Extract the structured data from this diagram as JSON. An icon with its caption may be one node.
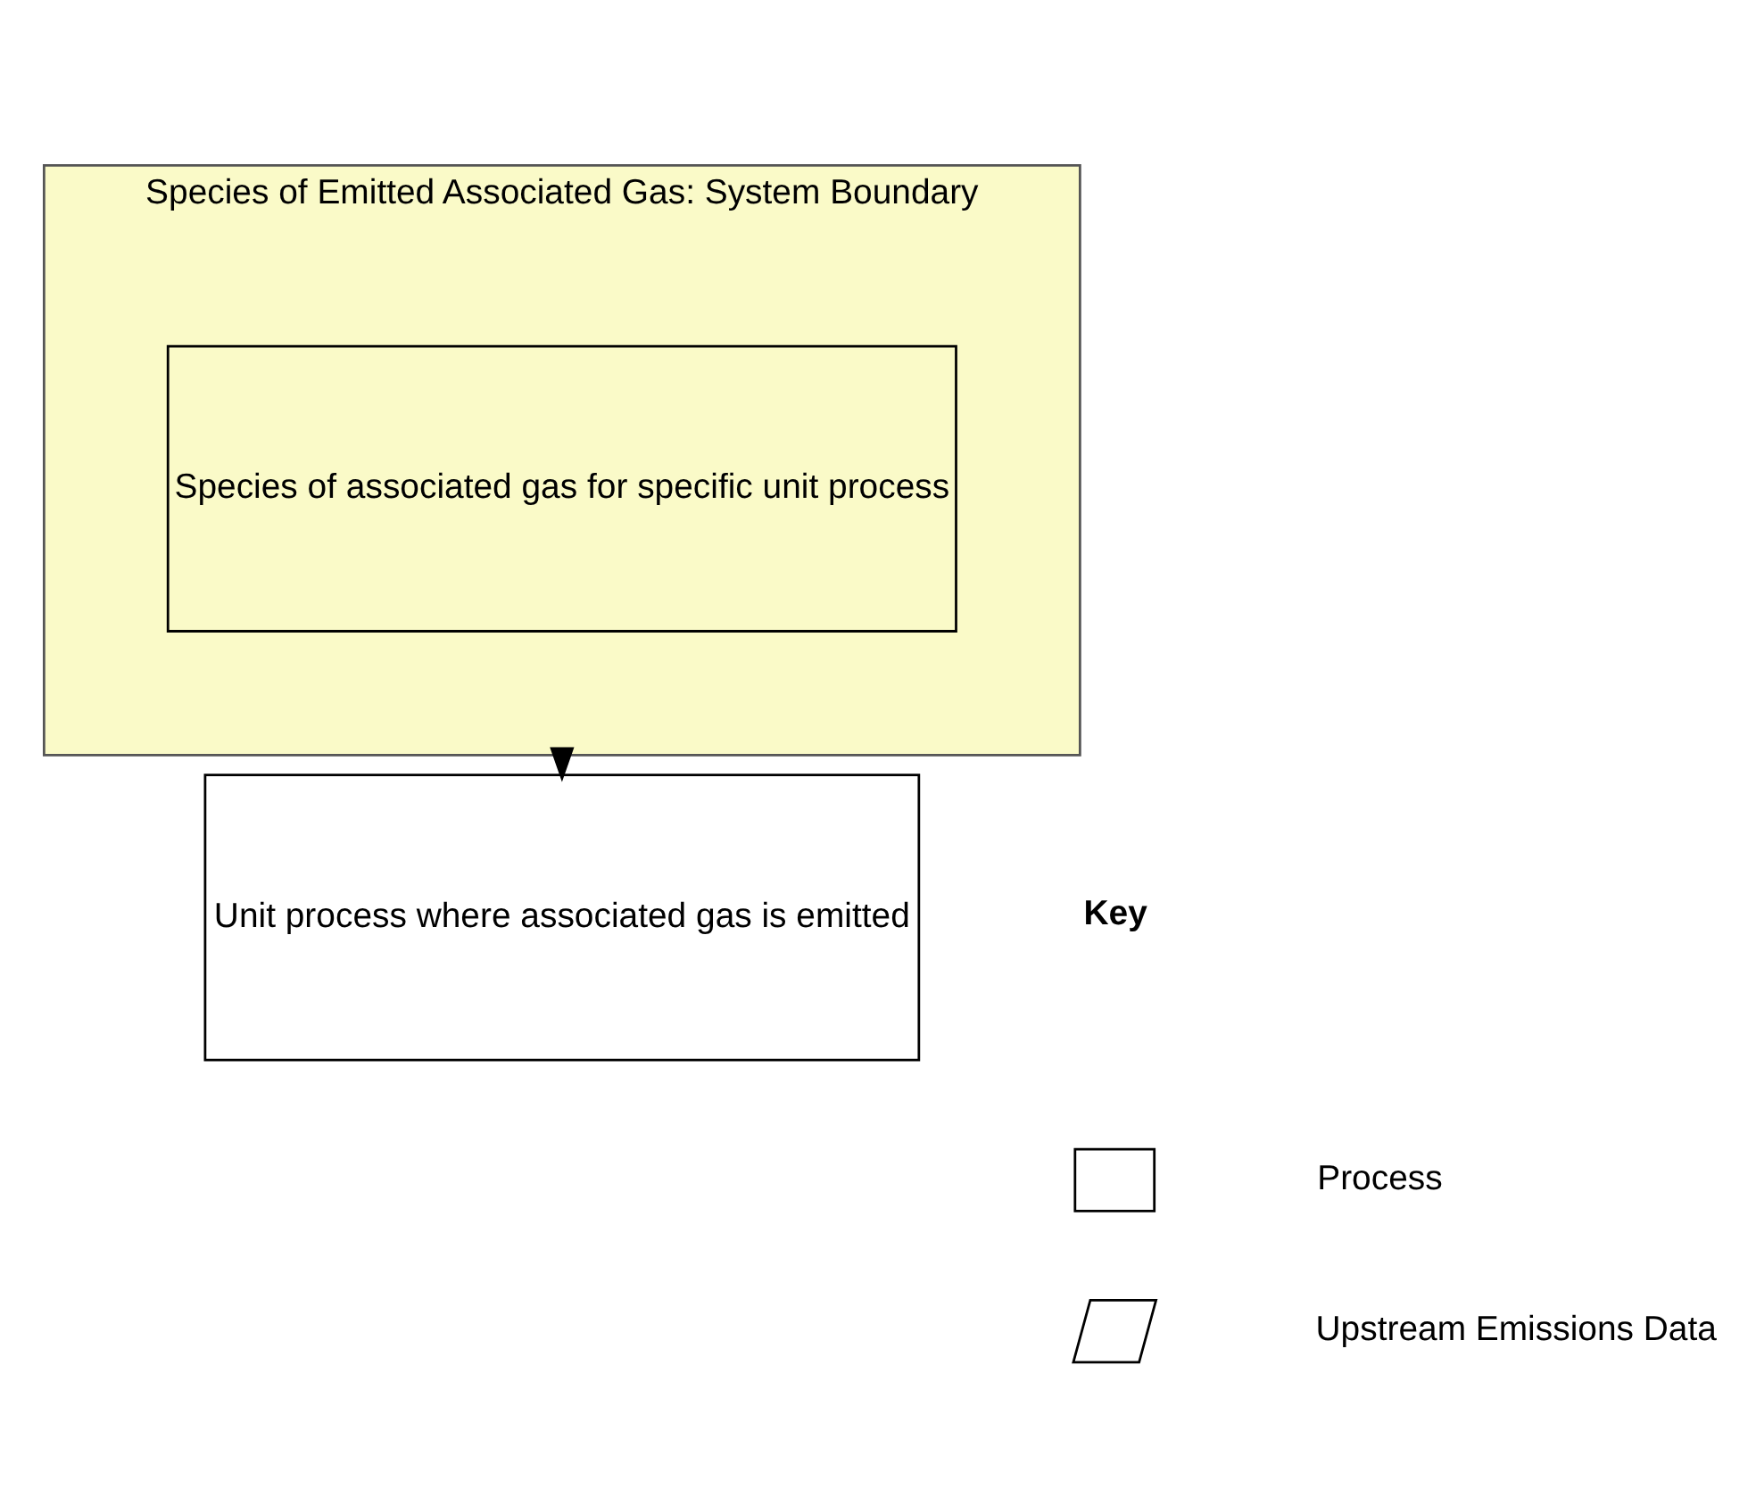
{
  "diagram": {
    "nodes": [
      {
        "text": [
          "Species of Emitted Associated Gas: System Boundary"
        ]
      },
      {
        "text": [
          "Species of associated gas for specific unit process"
        ],
        "in": 0
      },
      {
        "text": [
          "Unit process where associated gas is emitted"
        ]
      },
      {
        "text": [],
        "shape": "box"
      },
      {
        "text": [],
        "shape": "parallelogram"
      }
    ],
    "edges": [
      {
        "from": 0,
        "to": 2,
        "arrow": "to"
      }
    ],
    "labels": [
      "Key"
    ],
    "legend": [
      {
        "text": "Process"
      },
      {
        "text": "Upstream Emissions Data"
      }
    ]
  }
}
